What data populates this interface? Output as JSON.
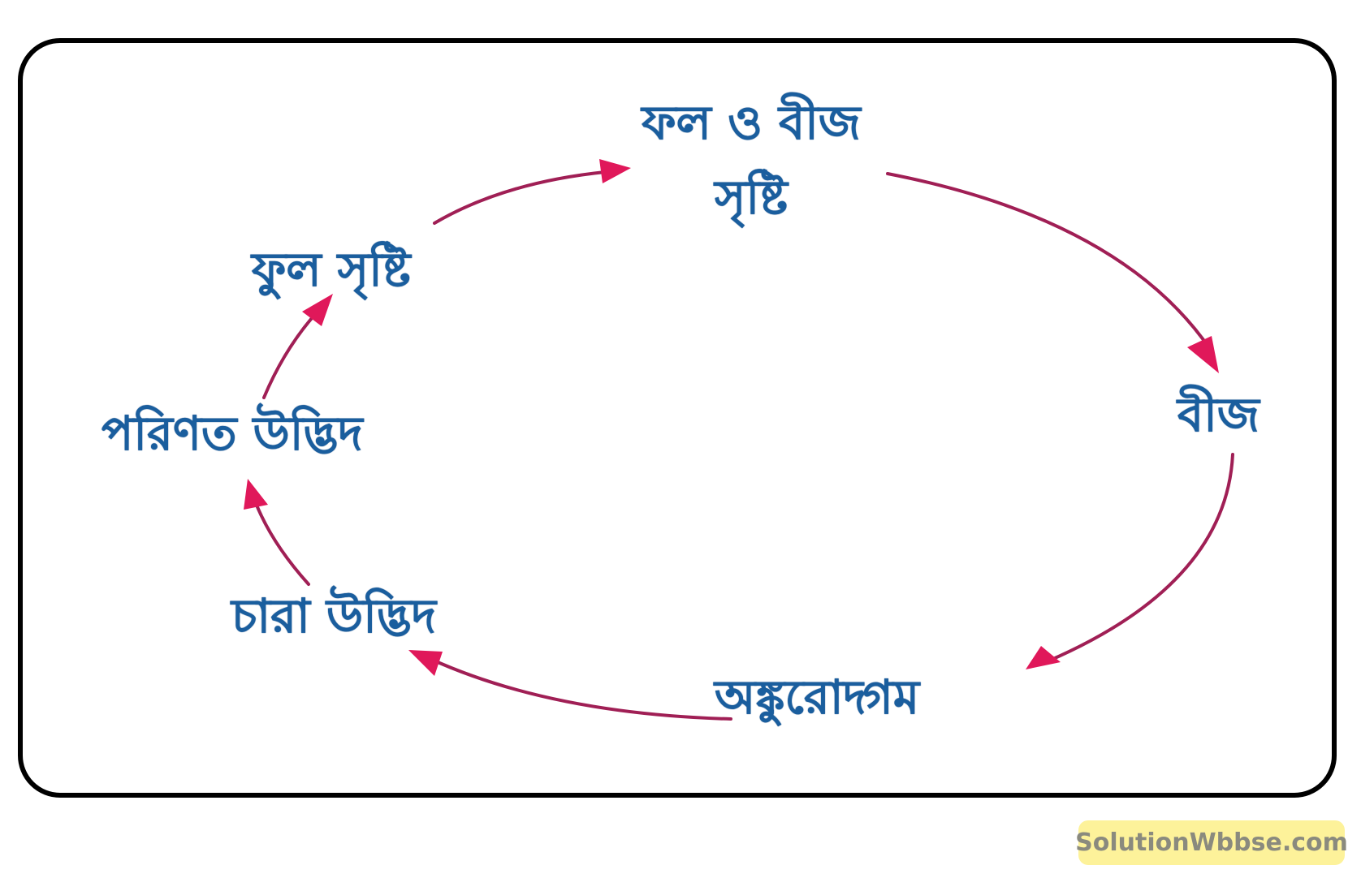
{
  "diagram": {
    "title": "",
    "type": "cycle",
    "colors": {
      "frame": "#000000",
      "label_text": "#1a5e9e",
      "arrow_line": "#a01f55",
      "arrow_head": "#e0185a",
      "watermark_bg": "#fdf29a",
      "watermark_text": "#8a8a7e"
    },
    "nodes": [
      {
        "id": "fruit_seed",
        "line1": "ফল ও বীজ",
        "line2": "সৃষ্টি"
      },
      {
        "id": "seed",
        "label": "বীজ"
      },
      {
        "id": "germination",
        "label": "অঙ্কুরোদ্গম"
      },
      {
        "id": "seedling",
        "label": "চারা উদ্ভিদ"
      },
      {
        "id": "mature_plant",
        "label": "পরিণত উদ্ভিদ"
      },
      {
        "id": "flower",
        "label": "ফুল সৃষ্টি"
      }
    ],
    "edges": [
      {
        "from": "fruit_seed",
        "to": "seed"
      },
      {
        "from": "seed",
        "to": "germination"
      },
      {
        "from": "germination",
        "to": "seedling"
      },
      {
        "from": "seedling",
        "to": "mature_plant"
      },
      {
        "from": "mature_plant",
        "to": "flower"
      },
      {
        "from": "flower",
        "to": "fruit_seed"
      }
    ]
  },
  "watermark": {
    "text": "SolutionWbbse.com"
  }
}
